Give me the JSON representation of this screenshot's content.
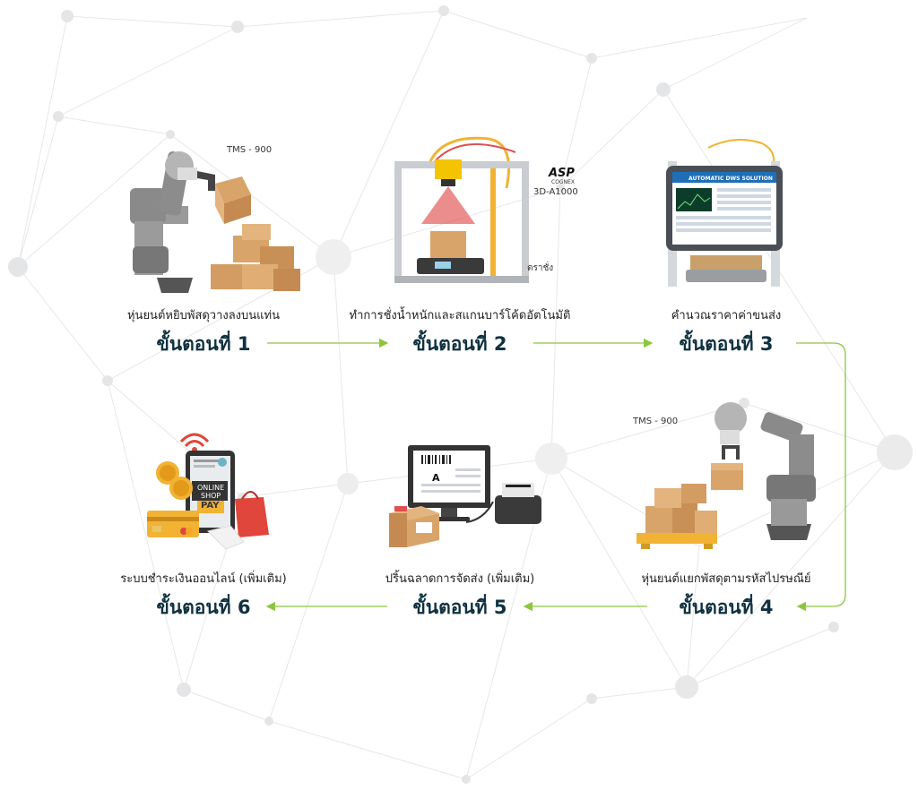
{
  "steps": [
    {
      "caption": "หุ่นยนต์หยิบพัสดุวางลงบนแท่น",
      "title": "ขั้นตอนที่ 1"
    },
    {
      "caption": "ทำการชั่งน้ำหนักและสแกนบาร์โค้ดอัตโนมัติ",
      "title": "ขั้นตอนที่ 2"
    },
    {
      "caption": "คำนวณราคาค่าขนส่ง",
      "title": "ขั้นตอนที่ 3"
    },
    {
      "caption": "หุ่นยนต์แยกพัสดุตามรหัสไปรษณีย์",
      "title": "ขั้นตอนที่ 4"
    },
    {
      "caption": "ปริ้นฉลาดการจัดส่ง (เพิ่มเติม)",
      "title": "ขั้นตอนที่ 5"
    },
    {
      "caption": "ระบบชำระเงินออนไลน์ (เพิ่มเติม)",
      "title": "ขั้นตอนที่ 6"
    }
  ],
  "labels": {
    "robot_model_1": "TMS - 900",
    "robot_model_4": "TMS - 900",
    "scanner_model": "3D-A1000",
    "scale": "ตราชั่ง",
    "brand_asp": "ASP",
    "brand_cognex": "COGNEX",
    "dws_title": "AUTOMATIC DWS SOLUTION",
    "shop_online": "ONLINE",
    "shop_shop": "SHOP",
    "shop_pay": "PAY",
    "label_letter": "A"
  },
  "colors": {
    "title": "#0f3140",
    "arrow": "#8cc63f",
    "box": "#d9a46a",
    "robot": "#8a8a8a",
    "frame": "#c9ccd0",
    "laser": "#e05050"
  }
}
